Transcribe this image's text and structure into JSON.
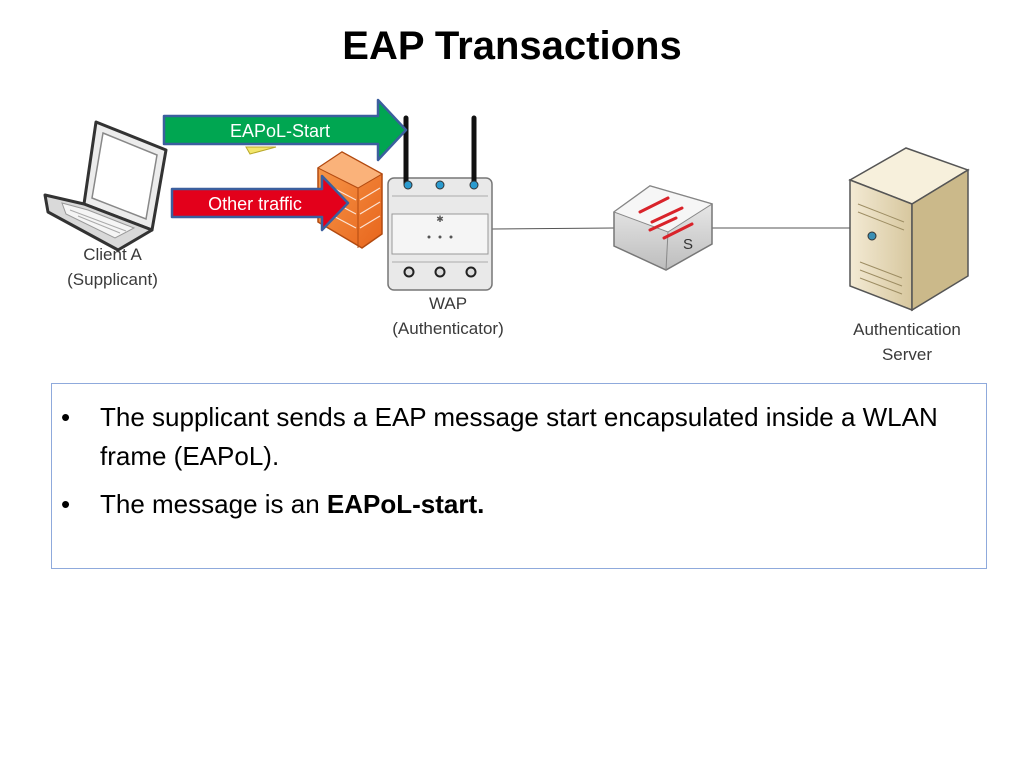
{
  "slide": {
    "title": "EAP Transactions"
  },
  "diagram": {
    "arrows": {
      "eapol_start": "EAPoL-Start",
      "other_traffic": "Other traffic"
    },
    "nodes": {
      "client_line1": "Client A",
      "client_line2": "(Supplicant)",
      "wap_line1": "WAP",
      "wap_line2": "(Authenticator)",
      "server_line1": "Authentication",
      "server_line2": "Server",
      "switch_letter": "S"
    },
    "colors": {
      "eapol_arrow": "#00a651",
      "other_arrow": "#e3001b",
      "arrow_border": "#3b5f9e",
      "firewall": "#f07a2a"
    }
  },
  "bullets": {
    "item1": "The supplicant sends a EAP message start encapsulated inside a WLAN frame (EAPoL).",
    "item2_prefix": "The message is an ",
    "item2_bold": "EAPoL-start."
  }
}
